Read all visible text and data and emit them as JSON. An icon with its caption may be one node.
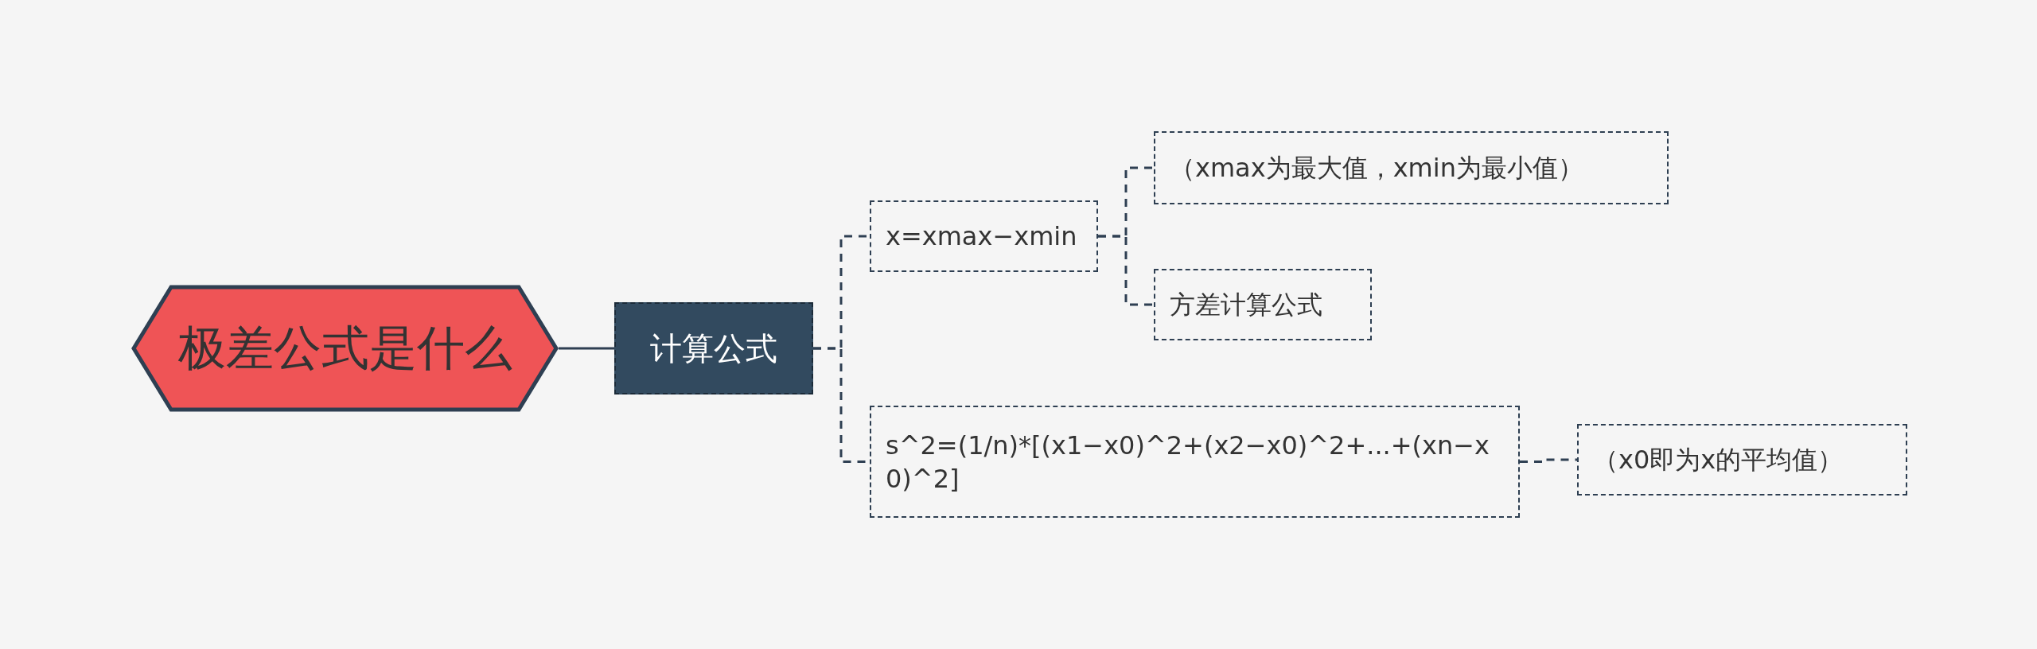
{
  "diagram": {
    "nodes": [
      {
        "text": [
          "极差公式是什么"
        ]
      },
      {
        "text": [
          "计算公式"
        ]
      },
      {
        "text": [
          "x=xmax−xmin"
        ]
      },
      {
        "text": [
          "（xmax为最大值，xmin为最小值）"
        ]
      },
      {
        "text": [
          "方差计算公式"
        ]
      },
      {
        "text": [
          "s^2=(1/n)*[(x1−x0)^2+(x2−x0)^2+...+(xn−x0)^2]"
        ]
      },
      {
        "text": [
          "（x0即为x的平均值）"
        ]
      }
    ],
    "edges": [
      {
        "from": 0,
        "to": 1,
        "arrow": "none"
      },
      {
        "from": 1,
        "to": 2,
        "arrow": "none",
        "style": "dashed"
      },
      {
        "from": 1,
        "to": 5,
        "arrow": "none",
        "style": "dashed"
      },
      {
        "from": 2,
        "to": 3,
        "arrow": "none",
        "style": "dashed"
      },
      {
        "from": 2,
        "to": 4,
        "arrow": "none",
        "style": "dashed"
      },
      {
        "from": 5,
        "to": 6,
        "arrow": "none",
        "style": "dashed"
      }
    ]
  }
}
